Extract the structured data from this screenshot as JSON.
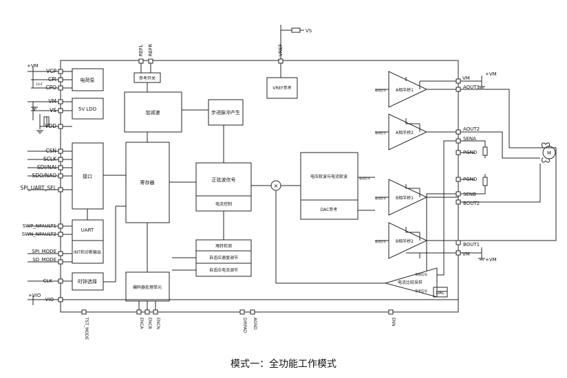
{
  "caption": "模式一：全功能工作模式",
  "top_pins": {
    "refl": "REFL",
    "refr": "REFR",
    "vref": "VREF",
    "vs": "VS"
  },
  "bottom_pins": {
    "tst_mode": "TST_MODE",
    "enca": "ENCA",
    "encb": "ENCB",
    "encn": "ENCN",
    "dirpad": "DIRPAD",
    "agnd": "AGND",
    "enn": "ENN"
  },
  "left_pins": {
    "vcp": "VCP",
    "cpi": "CPI",
    "cpo": "CPO",
    "vm": "VM",
    "vs": "VS",
    "vdd": "VDD",
    "csn": "CSN",
    "sclk": "SCLK",
    "sdi": "SDI/NAI",
    "sdo": "SDO/NAO",
    "spi_sel": "SPI_UART_SEL",
    "swp": "SWP_NFAULT1",
    "swn": "SWN_NFAULT2",
    "spi_mode": "SPI_MODE",
    "sd_mode": "SD_MODE",
    "clk": "CLK",
    "vio": "VIO"
  },
  "right_pins": {
    "vm_top": "VM",
    "aout1": "AOUT1",
    "aout2": "AOUT2",
    "sena": "SENA",
    "pgnd1": "PGND",
    "pgnd2": "PGND",
    "senb": "SENB",
    "bout2": "BOUT2",
    "bout1": "BOUT1",
    "vm_bot": "VM"
  },
  "supply_labels": {
    "vm_left": "+VM",
    "vm_right_top": "+VM",
    "vm_right_bot": "+VM",
    "vio": "+VIO"
  },
  "blocks": {
    "charge_pump": "电荷泵",
    "ldo": "5V LDO",
    "interface": "接口",
    "uart": "UART",
    "int_diag": "INT和诊断输出",
    "clock_sel": "时钟选择",
    "ref_switch": "参考开关",
    "accel": "加减速",
    "register": "寄存器",
    "encoder": "编码器处理单元",
    "step_gen": "步进脉冲产生",
    "sine": "正弦波信号",
    "current_ctrl": "电流控制",
    "stall": "堵转检测",
    "adaptive_speed": "自适应速度调节",
    "adaptive_current": "自适应电流调节",
    "vref_ref": "VREF参考",
    "wave": "电压斩波与电流斩波",
    "dac_ref": "DAC参考",
    "a_half1": "A相半桥1",
    "a_half2": "A相半桥2",
    "b_half1": "B相半桥1",
    "b_half2": "B相半桥2",
    "cmp": "电流比较采样",
    "cmp_in1": "采样信号",
    "cmp_in2": "参考信号",
    "dac": "DAC",
    "motor": "M",
    "mult": "×"
  },
  "small_labels": {
    "drive_sig": "驱动信号",
    "cap": "22nF"
  },
  "colors": {
    "line": "#222222",
    "bg": "#ffffff"
  }
}
